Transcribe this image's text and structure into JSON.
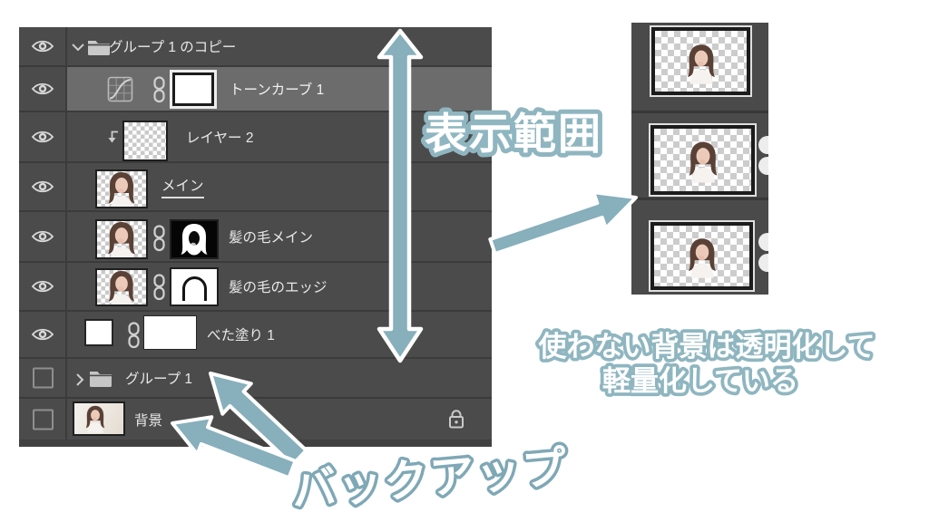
{
  "layers_panel": {
    "rows": [
      {
        "label": "グループ 1 のコピー",
        "type": "group-expanded",
        "visible": true
      },
      {
        "label": "トーンカーブ 1",
        "type": "curves-adjustment",
        "visible": true,
        "selected": true
      },
      {
        "label": "レイヤー 2",
        "type": "clipped-empty-layer",
        "visible": true
      },
      {
        "label": "メイン",
        "type": "image-layer",
        "visible": true,
        "underlined": true
      },
      {
        "label": "髪の毛メイン",
        "type": "image-layer-with-black-mask",
        "visible": true
      },
      {
        "label": "髪の毛のエッジ",
        "type": "image-layer-with-white-mask",
        "visible": true
      },
      {
        "label": "べた塗り 1",
        "type": "solid-fill-layer",
        "visible": true
      },
      {
        "label": "グループ 1",
        "type": "group-collapsed",
        "visible": false
      },
      {
        "label": "背景",
        "type": "background-layer-locked",
        "visible": false
      }
    ]
  },
  "annotations": {
    "display_range": "表示範囲",
    "note_line1": "使わない背景は透明化して",
    "note_line2": "軽量化している",
    "backup": "バックアップ"
  },
  "icons": {
    "eye": "eye-icon",
    "hidden_checkbox": "visibility-checkbox",
    "folder": "folder-icon",
    "chevron_down": "chevron-down-icon",
    "chevron_right": "chevron-right-icon",
    "curves": "curves-adjustment-icon",
    "link": "link-icon",
    "clip": "clipping-mask-arrow-icon",
    "lock": "lock-icon"
  },
  "colors": {
    "panel_bg": "#4b4b4b",
    "selected_row_bg": "#6c6c6c",
    "separator": "#3b3b3b",
    "arrow_teal": "#87afbc",
    "outline_teal": "#8fb6c0",
    "backup_outline": "#7fa8b6"
  }
}
